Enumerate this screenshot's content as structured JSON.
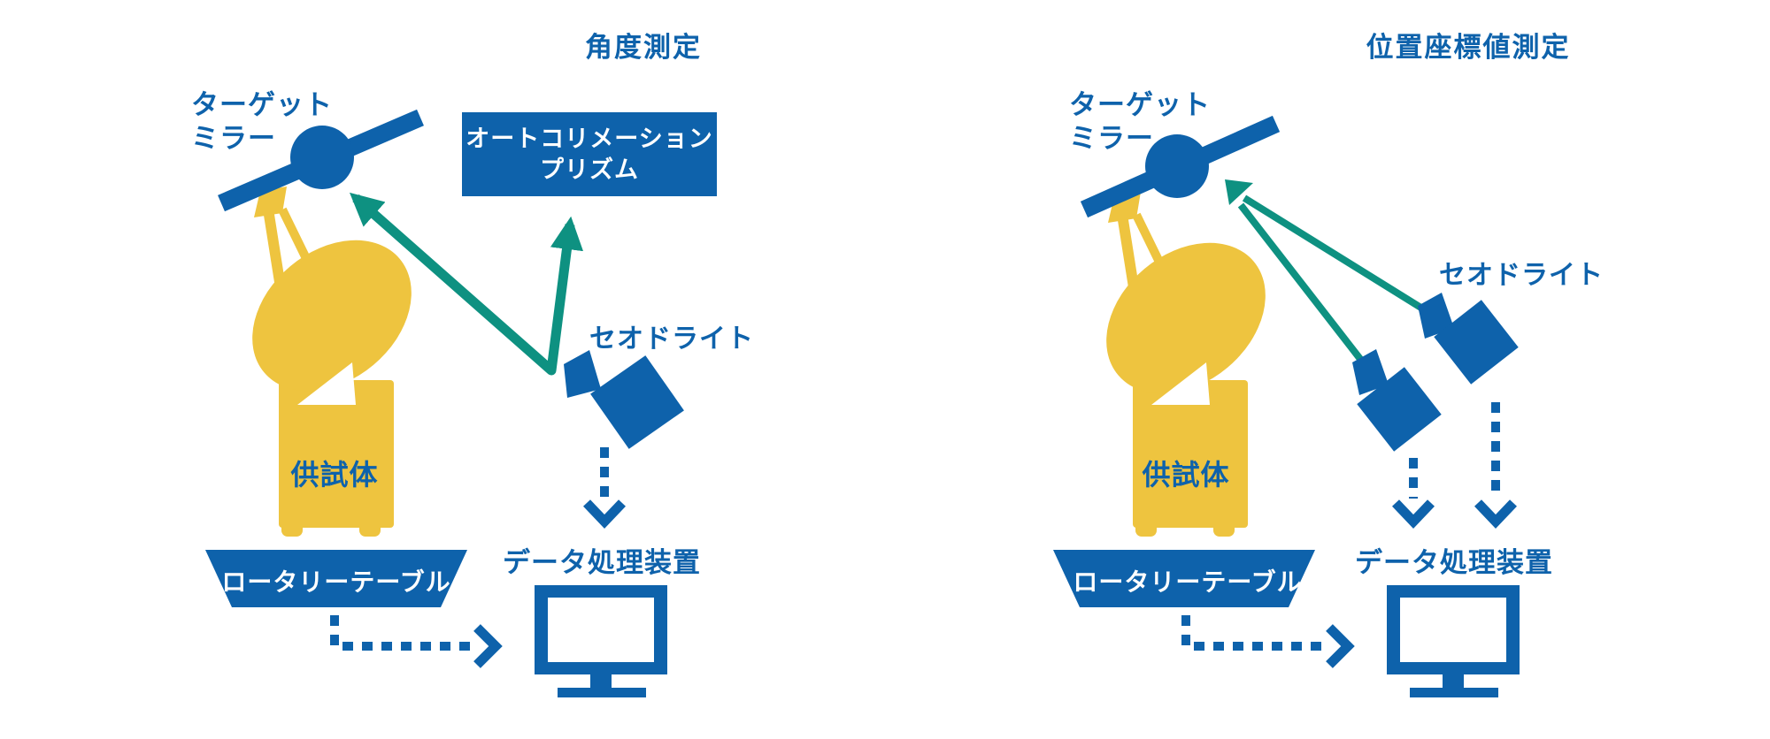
{
  "colors": {
    "blue": "#0e62ab",
    "yellow": "#eec43f",
    "green": "#0e9181"
  },
  "left": {
    "title": "角度測定",
    "target_mirror_label": {
      "line1": "ターゲット",
      "line2": "ミラー"
    },
    "prism_box": {
      "line1": "オートコリメーション",
      "line2": "プリズム"
    },
    "theodolite_label": "セオドライト",
    "specimen_label": "供試体",
    "rotary_table_label": "ロータリーテーブル",
    "data_processor_label": "データ処理装置"
  },
  "right": {
    "title": "位置座標値測定",
    "target_mirror_label": {
      "line1": "ターゲット",
      "line2": "ミラー"
    },
    "theodolite_label": "セオドライト",
    "specimen_label": "供試体",
    "rotary_table_label": "ロータリーテーブル",
    "data_processor_label": "データ処理装置"
  }
}
